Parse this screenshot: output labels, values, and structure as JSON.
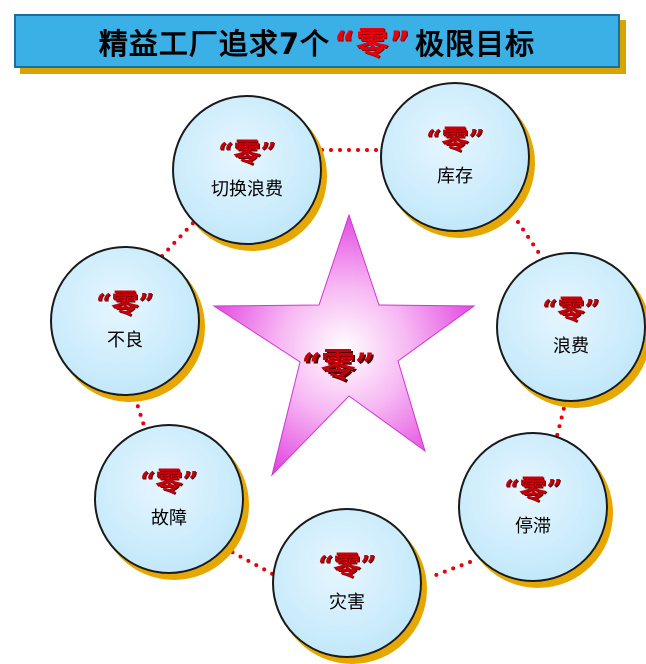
{
  "title": {
    "prefix": "精益工厂追求7个",
    "zero": "“零”",
    "suffix": "极限目标"
  },
  "center_label": "“零”",
  "zero_label": "“零”",
  "items": [
    {
      "name": "切换浪费"
    },
    {
      "name": "库存"
    },
    {
      "name": "浪费"
    },
    {
      "name": "停滞"
    },
    {
      "name": "灾害"
    },
    {
      "name": "故障"
    },
    {
      "name": "不良"
    }
  ],
  "colors": {
    "title_bg": "#3ab0e6",
    "title_shadow": "#d8a400",
    "accent_red": "#c4000a",
    "circle_fill": "#c9ebfb",
    "circle_shadow": "#e6a800",
    "star_edge": "#e040e0",
    "star_center": "#ffffff",
    "dots": "#e8000c"
  }
}
